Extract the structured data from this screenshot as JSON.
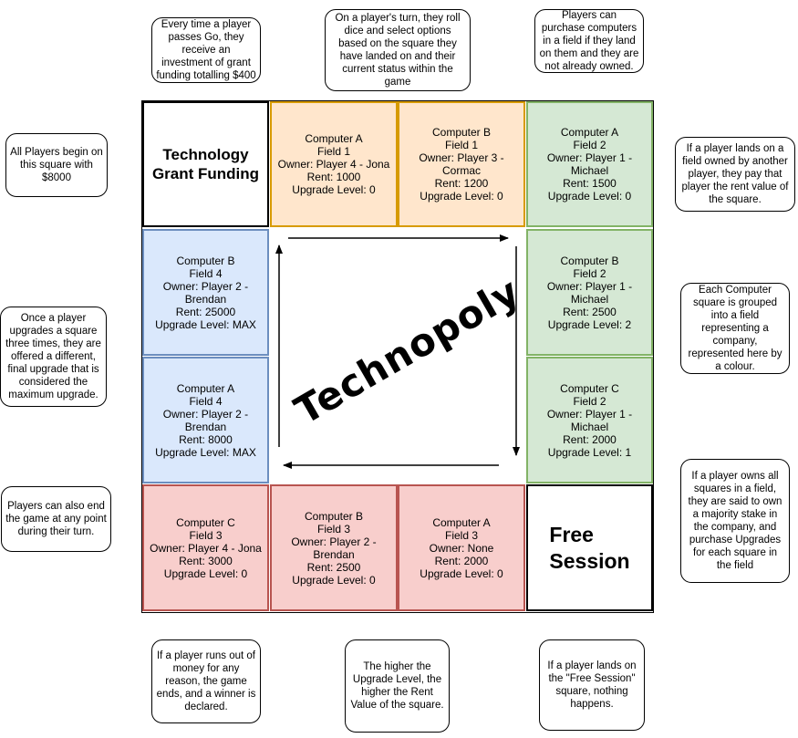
{
  "title": "Technopoly",
  "corners": {
    "go": "Technology\nGrant Funding",
    "free": "Free\nSession"
  },
  "squares": {
    "top_1": "Computer A\nField 1\nOwner: Player 4 - Jona\nRent: 1000\nUpgrade Level: 0",
    "top_2": "Computer B\nField 1\nOwner: Player 3 -\nCormac\nRent: 1200\nUpgrade Level: 0",
    "top_3": "Computer A\nField 2\nOwner: Player 1 -\nMichael\nRent: 1500\nUpgrade Level: 0",
    "left_1": "Computer B\nField 4\nOwner: Player 2 -\nBrendan\nRent: 25000\nUpgrade Level: MAX",
    "left_2": "Computer A\nField 4\nOwner: Player 2 -\nBrendan\nRent: 8000\nUpgrade Level: MAX",
    "right_1": "Computer B\nField 2\nOwner: Player 1 -\nMichael\nRent: 2500\nUpgrade Level: 2",
    "right_2": "Computer C\nField 2\nOwner: Player 1 -\nMichael\nRent: 2000\nUpgrade Level: 1",
    "bottom_1": "Computer C\nField 3\nOwner: Player 4 - Jona\nRent: 3000\nUpgrade Level: 0",
    "bottom_2": "Computer B\nField 3\nOwner: Player 2 -\nBrendan\nRent: 2500\nUpgrade Level: 0",
    "bottom_3": "Computer A\nField 3\nOwner: None\nRent: 2000\nUpgrade Level: 0"
  },
  "notes": {
    "grant_funding": "Every time a player passes Go, they receive an investment of grant funding totalling $400",
    "turn": "On a player's turn, they roll dice and select options based on the square they have landed on and their current status within the game",
    "purchase": "Players can purchase computers in a field if they land on them and they are not already owned.",
    "start": "All Players begin on this square with $8000",
    "rent": "If a player lands on a field owned by another player, they pay that player the rent value of the square.",
    "upgrade_max": "Once a player upgrades a square three times, they are offered a different, final upgrade that is considered the maximum upgrade.",
    "field": "Each Computer square is grouped into a field representing a company, represented here by a colour.",
    "end_game": "Players can also end the game at any point during their turn.",
    "majority": "If a player owns all squares in a field, they are said to own a majority stake in the company, and purchase Upgrades for each square in the field",
    "out_of_money": "If a player runs out of money for any reason, the game ends, and a winner is declared.",
    "higher_upgrade": "The higher the Upgrade Level, the higher the Rent Value of the square.",
    "free_session": "If a player lands on the \"Free Session\" square, nothing happens."
  },
  "colors": {
    "orange_fill": "#ffe6cc",
    "orange_border": "#d79b00",
    "green_fill": "#d5e8d4",
    "green_border": "#82b366",
    "blue_fill": "#dae8fc",
    "blue_border": "#6c8ebf",
    "red_fill": "#f8cecc",
    "red_border": "#b85450"
  }
}
